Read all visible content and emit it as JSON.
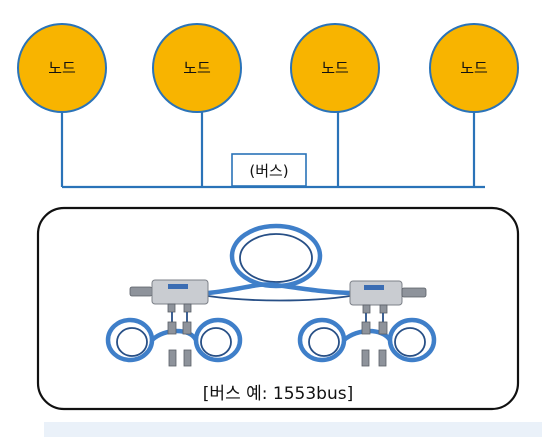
{
  "colors": {
    "node_fill": "#f8b400",
    "node_stroke": "#2a73b8",
    "bus_line": "#2a73b8",
    "cable": "#3f7fc9",
    "cable_dark": "#274f86",
    "box_border": "#111111",
    "box_fill": "#ffffff"
  },
  "nodes": [
    {
      "label": "노드"
    },
    {
      "label": "노드"
    },
    {
      "label": "노드"
    },
    {
      "label": "노드"
    }
  ],
  "bus": {
    "label": "(버스)"
  },
  "example": {
    "caption": "[버스 예: 1553bus]"
  }
}
